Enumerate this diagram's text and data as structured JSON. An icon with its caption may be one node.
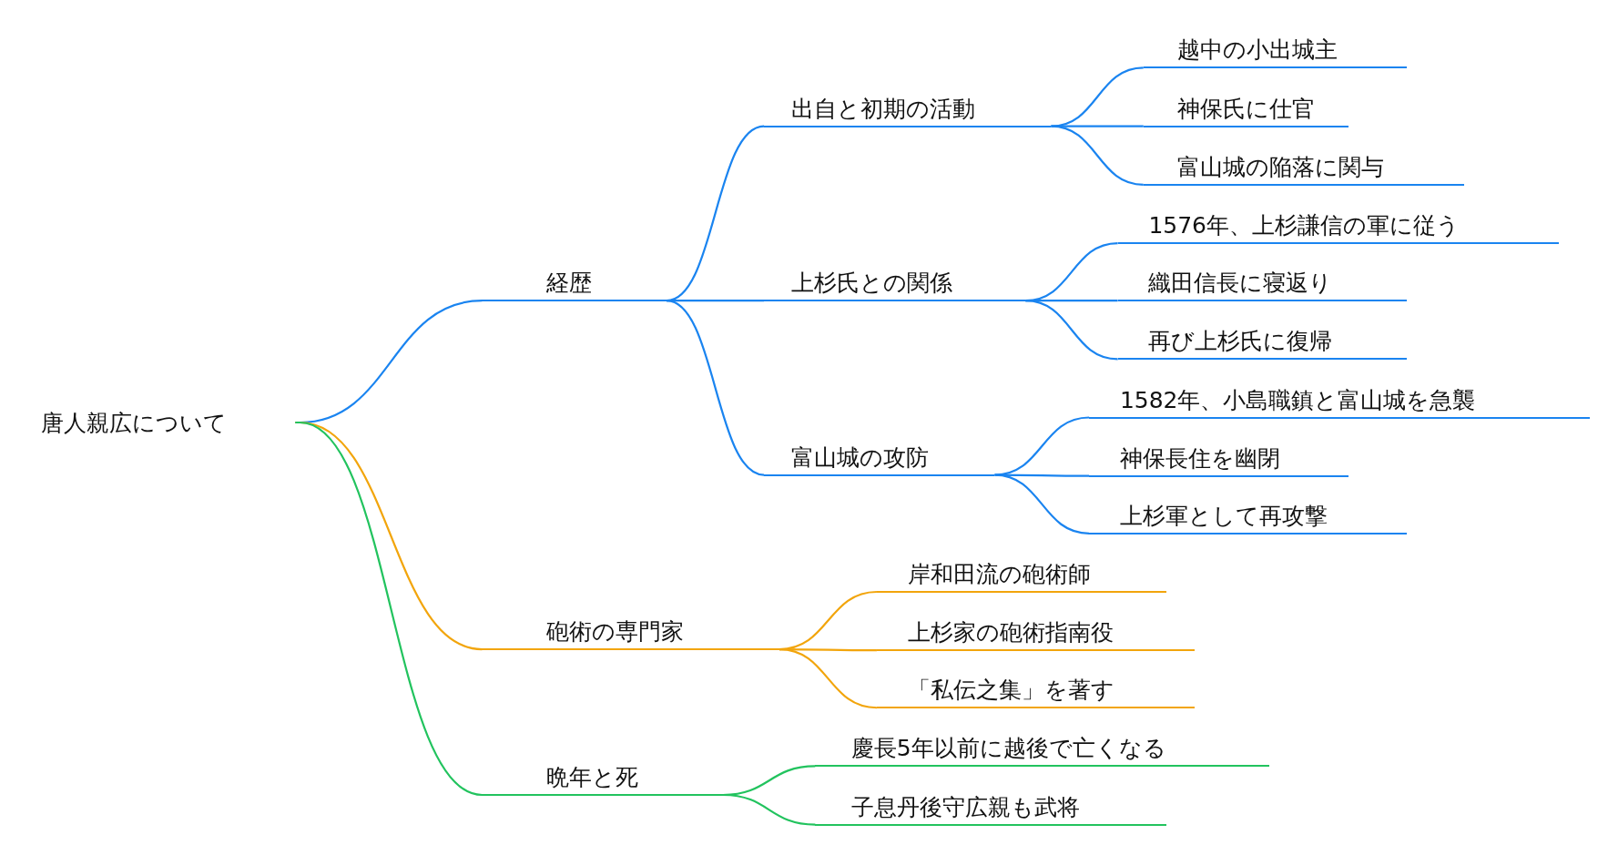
{
  "diagram": {
    "nodes": [
      {
        "text": [
          "唐人親広について"
        ]
      },
      {
        "text": [
          "経歴"
        ]
      },
      {
        "text": [
          "出自と初期の活動"
        ]
      },
      {
        "text": [
          "越中の小出城主"
        ]
      },
      {
        "text": [
          "神保氏に仕官"
        ]
      },
      {
        "text": [
          "富山城の陥落に関与"
        ]
      },
      {
        "text": [
          "上杉氏との関係"
        ]
      },
      {
        "text": [
          "1576年、上杉謙信の軍に従う"
        ]
      },
      {
        "text": [
          "織田信長に寝返り"
        ]
      },
      {
        "text": [
          "再び上杉氏に復帰"
        ]
      },
      {
        "text": [
          "富山城の攻防"
        ]
      },
      {
        "text": [
          "1582年、小島職鎮と富山城を急襲"
        ]
      },
      {
        "text": [
          "神保長住を幽閉"
        ]
      },
      {
        "text": [
          "上杉軍として再攻撃"
        ]
      },
      {
        "text": [
          "砲術の専門家"
        ]
      },
      {
        "text": [
          "岸和田流の砲術師"
        ]
      },
      {
        "text": [
          "上杉家の砲術指南役"
        ]
      },
      {
        "text": [
          "「私伝之集」を著す"
        ]
      },
      {
        "text": [
          "晩年と死"
        ]
      },
      {
        "text": [
          "慶長5年以前に越後で亡くなる"
        ]
      },
      {
        "text": [
          "子息丹後守広親も武将"
        ]
      }
    ],
    "edges": [
      {
        "from": 0,
        "to": 1,
        "arrow": "none"
      },
      {
        "from": 1,
        "to": 2,
        "arrow": "none"
      },
      {
        "from": 2,
        "to": 3,
        "arrow": "none"
      },
      {
        "from": 2,
        "to": 4,
        "arrow": "none"
      },
      {
        "from": 2,
        "to": 5,
        "arrow": "none"
      },
      {
        "from": 1,
        "to": 6,
        "arrow": "none"
      },
      {
        "from": 6,
        "to": 7,
        "arrow": "none"
      },
      {
        "from": 6,
        "to": 8,
        "arrow": "none"
      },
      {
        "from": 6,
        "to": 9,
        "arrow": "none"
      },
      {
        "from": 1,
        "to": 10,
        "arrow": "none"
      },
      {
        "from": 10,
        "to": 11,
        "arrow": "none"
      },
      {
        "from": 10,
        "to": 12,
        "arrow": "none"
      },
      {
        "from": 10,
        "to": 13,
        "arrow": "none"
      },
      {
        "from": 0,
        "to": 14,
        "arrow": "none",
        "color": "#f2a50c"
      },
      {
        "from": 14,
        "to": 15,
        "arrow": "none",
        "color": "#f2a50c"
      },
      {
        "from": 14,
        "to": 16,
        "arrow": "none",
        "color": "#f2a50c"
      },
      {
        "from": 14,
        "to": 17,
        "arrow": "none",
        "color": "#f2a50c"
      },
      {
        "from": 0,
        "to": 18,
        "arrow": "none",
        "color": "#22c35e"
      },
      {
        "from": 18,
        "to": 19,
        "arrow": "none",
        "color": "#22c35e"
      },
      {
        "from": 18,
        "to": 20,
        "arrow": "none",
        "color": "#22c35e"
      }
    ]
  }
}
